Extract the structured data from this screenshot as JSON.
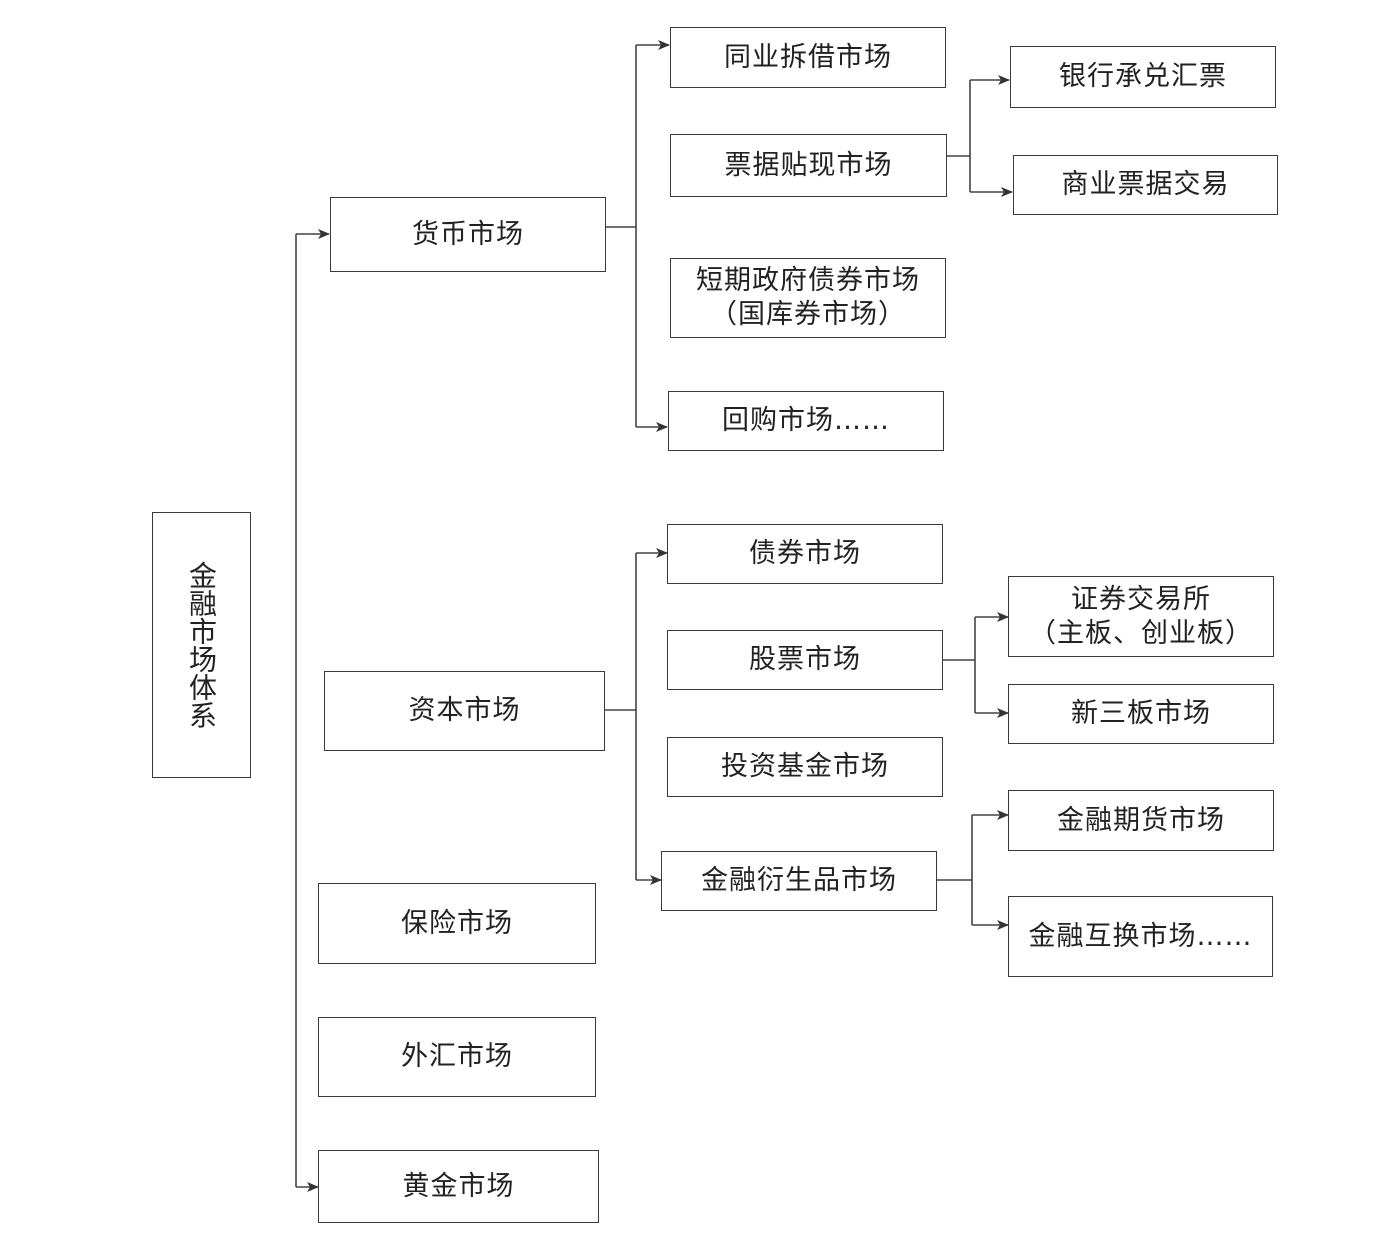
{
  "root": {
    "label": "金融市场体系"
  },
  "level1": {
    "money": "货币市场",
    "capital": "资本市场",
    "insurance": "保险市场",
    "forex": "外汇市场",
    "gold": "黄金市场"
  },
  "money_market": {
    "interbank": "同业拆借市场",
    "discount": "票据贴现市场",
    "govt_line1": "短期政府债券市场",
    "govt_line2": "（国库券市场）",
    "repo": "回购市场……"
  },
  "discount_market": {
    "bank_acceptance": "银行承兑汇票",
    "commercial_bill": "商业票据交易"
  },
  "capital_market": {
    "bond": "债券市场",
    "stock": "股票市场",
    "fund": "投资基金市场",
    "derivatives": "金融衍生品市场"
  },
  "stock_market": {
    "exchange_line1": "证券交易所",
    "exchange_line2": "（主板、创业板）",
    "neeq": "新三板市场"
  },
  "derivatives_market": {
    "futures": "金融期货市场",
    "swap": "金融互换市场……"
  }
}
